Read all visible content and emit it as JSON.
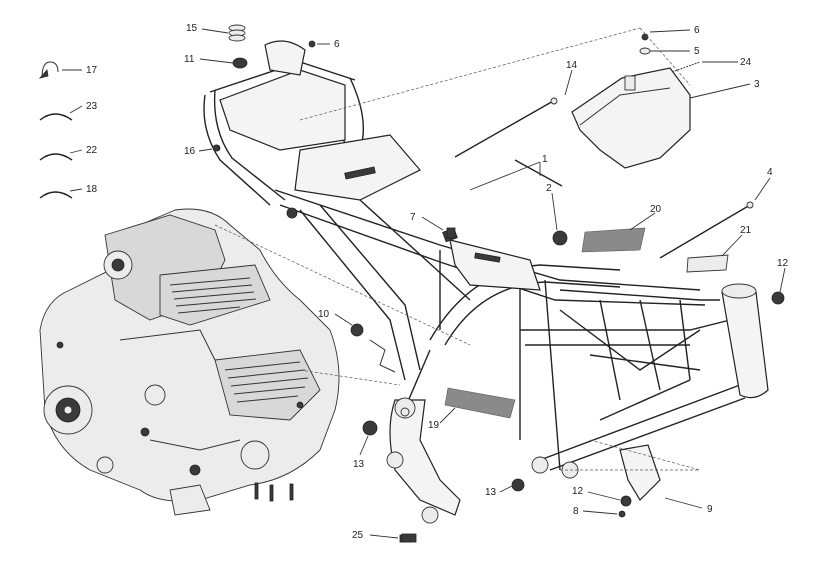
{
  "diagram": {
    "callouts": [
      {
        "id": "c15",
        "label": "15"
      },
      {
        "id": "c6a",
        "label": "6"
      },
      {
        "id": "c11",
        "label": "11"
      },
      {
        "id": "c16",
        "label": "16"
      },
      {
        "id": "c17",
        "label": "17"
      },
      {
        "id": "c23",
        "label": "23"
      },
      {
        "id": "c22",
        "label": "22"
      },
      {
        "id": "c18",
        "label": "18"
      },
      {
        "id": "c14",
        "label": "14"
      },
      {
        "id": "c6b",
        "label": "6"
      },
      {
        "id": "c5",
        "label": "5"
      },
      {
        "id": "c24",
        "label": "24"
      },
      {
        "id": "c3",
        "label": "3"
      },
      {
        "id": "c1",
        "label": "1"
      },
      {
        "id": "c2",
        "label": "2"
      },
      {
        "id": "c4",
        "label": "4"
      },
      {
        "id": "c20",
        "label": "20"
      },
      {
        "id": "c21",
        "label": "21"
      },
      {
        "id": "c12a",
        "label": "12"
      },
      {
        "id": "c7",
        "label": "7"
      },
      {
        "id": "c10",
        "label": "10"
      },
      {
        "id": "c19",
        "label": "19"
      },
      {
        "id": "c13a",
        "label": "13"
      },
      {
        "id": "c13b",
        "label": "13"
      },
      {
        "id": "c12b",
        "label": "12"
      },
      {
        "id": "c8",
        "label": "8"
      },
      {
        "id": "c9",
        "label": "9"
      },
      {
        "id": "c25",
        "label": "25"
      }
    ]
  }
}
